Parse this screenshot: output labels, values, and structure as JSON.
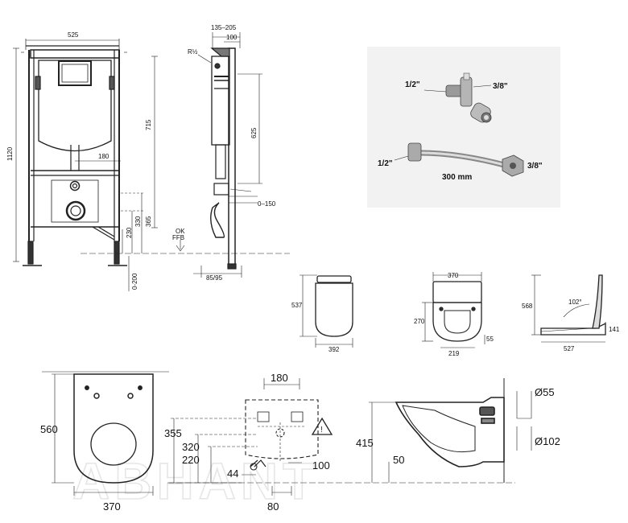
{
  "frame": {
    "width_label": "525",
    "height_label": "1120",
    "cistern_label": "715",
    "inlet_offset_label": "180",
    "outlet_label": "365",
    "height2_label": "330",
    "height3_label": "230",
    "adjust_label": "0-200",
    "ffb_label_1": "OK",
    "ffb_label_2": "FFB"
  },
  "side": {
    "depth_range_label": "135–205",
    "top_label": "100",
    "thread_label": "R½",
    "cistern_depth_label": "625",
    "range_label": "0–150",
    "bottom_label": "85/95"
  },
  "fittings": {
    "valve_in": "1/2\"",
    "valve_out": "3/8\"",
    "hose_in": "1/2\"",
    "hose_out": "3/8\"",
    "hose_length": "300 mm"
  },
  "seat_top": {
    "height": "537",
    "width": "392"
  },
  "seat_bottom": {
    "width_top": "370",
    "depth": "270",
    "offset": "55",
    "width_bottom": "219"
  },
  "seat_side": {
    "height": "568",
    "angle": "102°",
    "width": "527",
    "hinge": "141"
  },
  "bowl_top": {
    "length": "560",
    "width": "370"
  },
  "install": {
    "top": "180",
    "h1": "355",
    "h2": "320",
    "h3": "220",
    "b1": "44",
    "b2": "100",
    "b3": "80"
  },
  "bowl_side": {
    "height": "415",
    "pipe1": "Ø55",
    "pipe2": "Ø102",
    "drop": "50"
  },
  "watermark": "ABHANT"
}
